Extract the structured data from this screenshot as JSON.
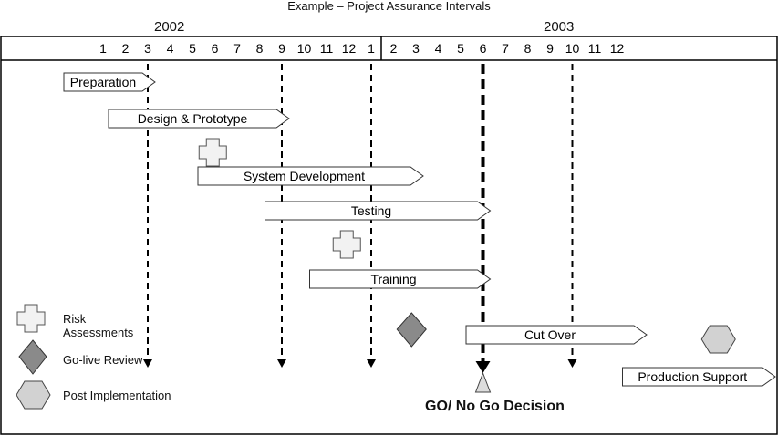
{
  "title": "Example – Project Assurance Intervals",
  "years": [
    "2002",
    "2003"
  ],
  "months_2002": [
    "1",
    "2",
    "3",
    "4",
    "5",
    "6",
    "7",
    "8",
    "9",
    "10",
    "11",
    "12"
  ],
  "months_2003": [
    "1",
    "2",
    "3",
    "4",
    "5",
    "6",
    "7",
    "8",
    "9",
    "10",
    "11",
    "12"
  ],
  "tasks": [
    {
      "label": "Preparation",
      "start": 1,
      "end": 3
    },
    {
      "label": "Design & Prototype",
      "start": 3,
      "end": 9
    },
    {
      "label": "System Development",
      "start": 7,
      "end": 15
    },
    {
      "label": "Testing",
      "start": 10,
      "end": 18
    },
    {
      "label": "Training",
      "start": 12,
      "end": 18
    },
    {
      "label": "Cut Over",
      "start": 19,
      "end": 25
    },
    {
      "label": "Production Support",
      "start": 26,
      "end": 32
    }
  ],
  "risk_assessment_markers": [
    5.5,
    11.5
  ],
  "golive_review_marker": 15.5,
  "post_implementation_marker": 29.5,
  "review_lines": [
    3,
    9,
    13,
    22
  ],
  "go_no_go_month": 18,
  "go_no_go_label": "GO/ No Go Decision",
  "legend": [
    {
      "label": "Risk Assessments",
      "icon": "cross-icon"
    },
    {
      "label": "Go-live Review",
      "icon": "diamond-icon"
    },
    {
      "label": "Post Implementation",
      "icon": "hexagon-icon"
    }
  ],
  "colors": {
    "frame": "#000000",
    "arrow_fill": "#ffffff",
    "cross_fill": "#f2f2f2",
    "diamond_fill": "#8a8a8a",
    "hexagon_fill": "#d2d2d2",
    "go_triangle_fill": "#dddddd"
  }
}
